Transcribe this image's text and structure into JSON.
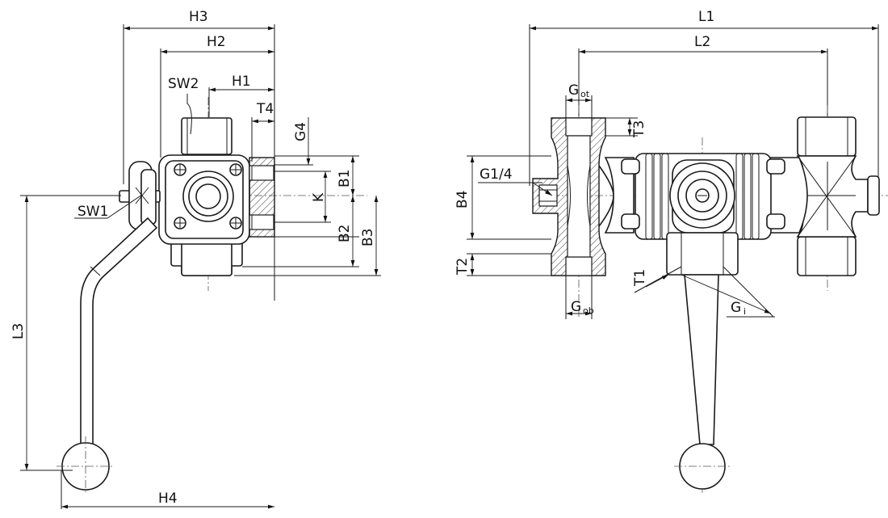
{
  "labels": {
    "H1": "H1",
    "H2": "H2",
    "H3": "H3",
    "H4": "H4",
    "L1": "L1",
    "L2": "L2",
    "L3": "L3",
    "B1": "B1",
    "B2": "B2",
    "B3": "B3",
    "B4": "B4",
    "K": "K",
    "T1": "T1",
    "T2": "T2",
    "T3": "T3",
    "T4": "T4",
    "G4": "G4",
    "G14": "G1/4",
    "SW1": "SW1",
    "SW2": "SW2",
    "G": "G",
    "Gi_sub": "i",
    "Got_sub": "ot",
    "Gob_sub": "ob"
  }
}
